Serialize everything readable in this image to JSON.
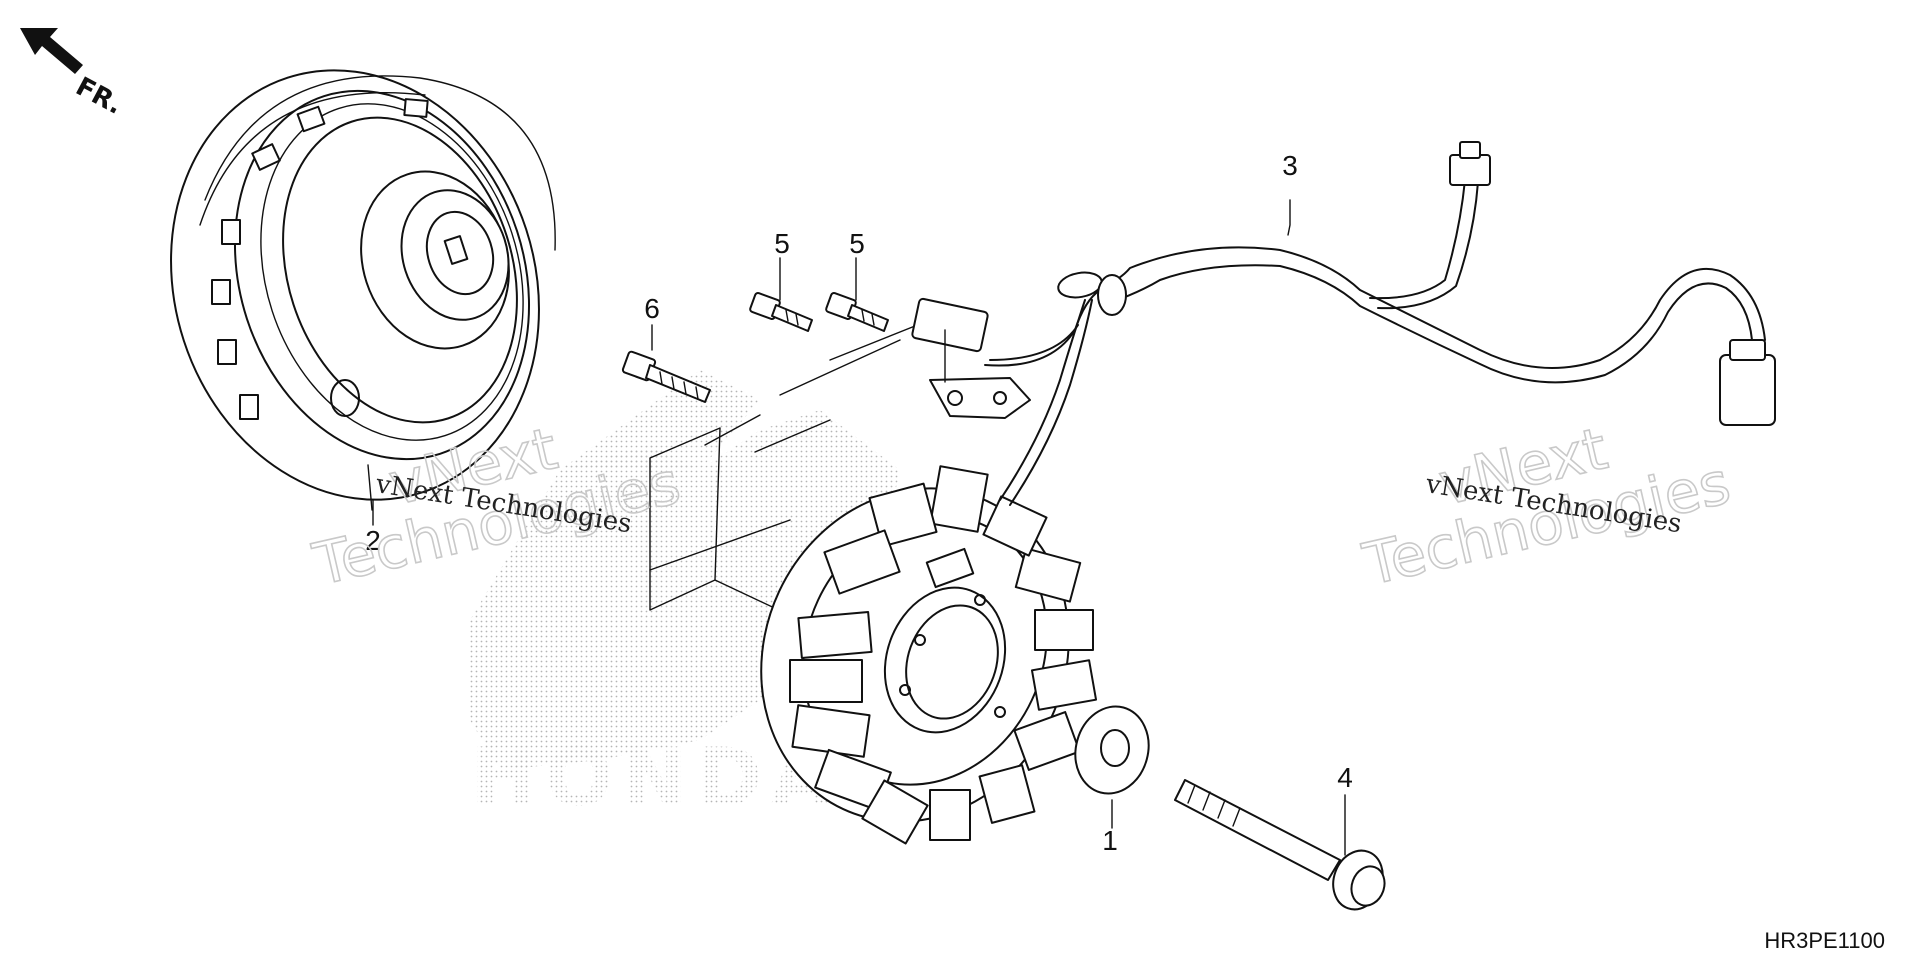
{
  "orientation": {
    "icon": "front-direction-arrow-icon",
    "label": "FR."
  },
  "callouts": {
    "c1": "1",
    "c2": "2",
    "c3": "3",
    "c4": "4",
    "c5a": "5",
    "c5b": "5",
    "c6": "6"
  },
  "diagram_code": "HR3PE1100",
  "watermarks": {
    "left_serif": "vNext Technologies",
    "left_outline_1": "vNext",
    "left_outline_2": "Technologies",
    "right_serif": "vNext Technologies",
    "right_outline_1": "vNext",
    "right_outline_2": "Technologies"
  },
  "background_logo_text": "HONDA",
  "parts": {
    "flywheel": "flywheel-icon",
    "stator": "stator-icon",
    "pulse_generator": "pulse-generator-icon",
    "wire_harness": "wire-harness-icon",
    "washer": "washer-icon",
    "flange_bolt": "flange-bolt-icon"
  }
}
